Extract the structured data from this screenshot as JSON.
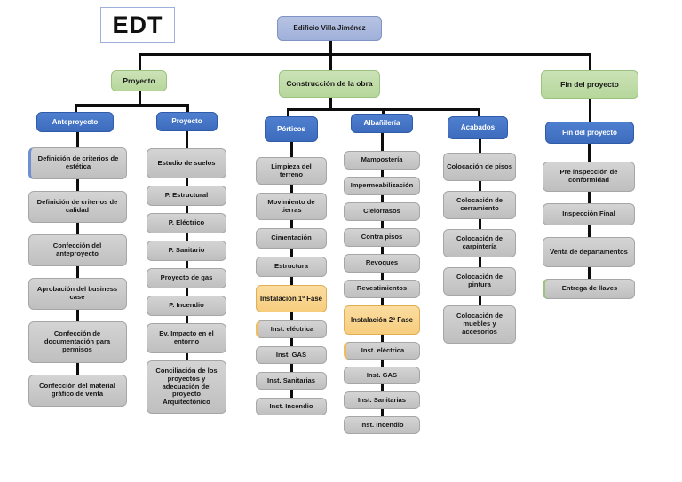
{
  "title_box": {
    "label": "EDT"
  },
  "root": {
    "label": "Edificio Villa Jiménez"
  },
  "phases": [
    {
      "label": "Proyecto"
    },
    {
      "label": "Construcción de la obra"
    },
    {
      "label": "Fin del proyecto"
    }
  ],
  "groups": [
    {
      "label": "Anteproyecto"
    },
    {
      "label": "Proyecto"
    },
    {
      "label": "Pórticos"
    },
    {
      "label": "Albañilería"
    },
    {
      "label": "Acabados"
    },
    {
      "label": "Fin del proyecto"
    }
  ],
  "columns": {
    "anteproyecto": [
      {
        "label": "Definición de criterios de estética"
      },
      {
        "label": "Definición de criterios de calidad"
      },
      {
        "label": "Confección del anteproyecto"
      },
      {
        "label": "Aprobación del business case"
      },
      {
        "label": "Confección de documentación para permisos"
      },
      {
        "label": "Confección del material gráfico de venta"
      }
    ],
    "proyecto": [
      {
        "label": "Estudio de suelos"
      },
      {
        "label": "P. Estructural"
      },
      {
        "label": "P. Eléctrico"
      },
      {
        "label": "P. Sanitario"
      },
      {
        "label": "Proyecto de gas"
      },
      {
        "label": "P. Incendio"
      },
      {
        "label": "Ev. Impacto en el entorno"
      },
      {
        "label": "Conciliación de los proyectos y adecuación del proyecto Arquitectónico"
      }
    ],
    "porticos": [
      {
        "label": "Limpieza del terreno"
      },
      {
        "label": "Movimiento de tierras"
      },
      {
        "label": "Cimentación"
      },
      {
        "label": "Estructura"
      },
      {
        "label": "Instalación 1º Fase"
      },
      {
        "label": "Inst. eléctrica"
      },
      {
        "label": "Inst. GAS"
      },
      {
        "label": "Inst. Sanitarias"
      },
      {
        "label": "Inst. Incendio"
      }
    ],
    "albanileria": [
      {
        "label": "Mampostería"
      },
      {
        "label": "Impermeabilización"
      },
      {
        "label": "Cielorrasos"
      },
      {
        "label": "Contra pisos"
      },
      {
        "label": "Revoques"
      },
      {
        "label": "Revestimientos"
      },
      {
        "label": "Instalación 2º Fase"
      },
      {
        "label": "Inst. eléctrica"
      },
      {
        "label": "Inst. GAS"
      },
      {
        "label": "Inst. Sanitarias"
      },
      {
        "label": "Inst. Incendio"
      }
    ],
    "acabados": [
      {
        "label": "Colocación de pisos"
      },
      {
        "label": "Colocación de cerramiento"
      },
      {
        "label": "Colocación de carpintería"
      },
      {
        "label": "Colocación de pintura"
      },
      {
        "label": "Colocación de muebles y accesorios"
      }
    ],
    "fin": [
      {
        "label": "Pre inspección de conformidad"
      },
      {
        "label": "Inspección Final"
      },
      {
        "label": "Venta de departamentos"
      },
      {
        "label": "Entrega de llaves"
      }
    ]
  },
  "colors": {
    "root_fill": "#9fb0da",
    "phase_fill": "#b6d79c",
    "group_fill": "#3d6cbe",
    "leaf_fill": "#bfbfbf",
    "phase_accent_fill": "#f7cd7e",
    "connector": "#0d0d0d",
    "background": "#ffffff"
  }
}
